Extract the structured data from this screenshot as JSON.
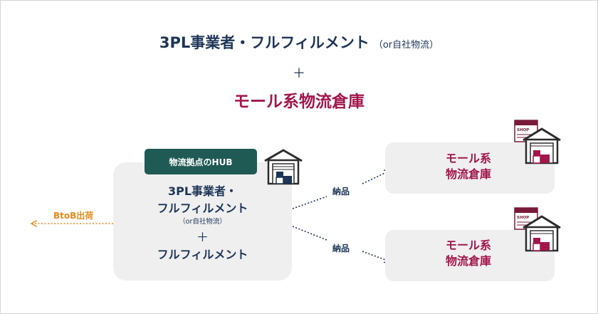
{
  "title": {
    "main": "3PL事業者・フルフィルメント",
    "sub": "（or自社物流）",
    "plus": "＋",
    "mall": "モール系物流倉庫"
  },
  "hub": {
    "badge": "物流拠点のHUB",
    "line1": "3PL事業者・",
    "line2": "フルフィルメント",
    "line3": "（or自社物流）",
    "plus": "＋",
    "line4": "フルフィルメント"
  },
  "malls": [
    {
      "line1": "モール系",
      "line2": "物流倉庫"
    },
    {
      "line1": "モール系",
      "line2": "物流倉庫"
    }
  ],
  "arrows": {
    "delivery_top": "納品",
    "delivery_bottom": "納品",
    "btob": "BtoB出荷"
  },
  "icons": {
    "hub": "warehouse-icon",
    "mall": "shop-warehouse-icon",
    "shop_sign": "SHOP"
  },
  "colors": {
    "navy": "#1d3557",
    "crimson": "#a2164c",
    "teal": "#1f5a55",
    "orange": "#e68a1a",
    "panel": "#efefef"
  }
}
